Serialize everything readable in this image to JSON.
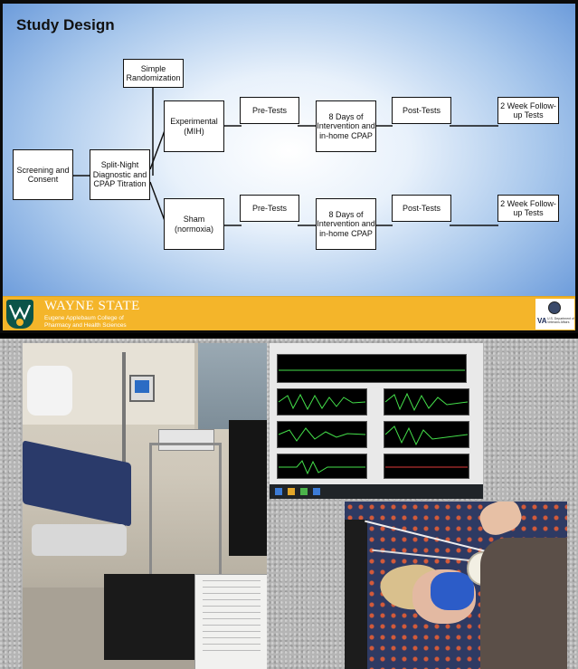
{
  "slide": {
    "title": "Study Design",
    "boxes": {
      "screening": "Screening and Consent",
      "split_night": "Split-Night Diagnostic and CPAP Titration",
      "randomization": "Simple Randomization",
      "experimental": "Experimental (MIH)",
      "sham": "Sham (normoxia)",
      "pre_tests": "Pre-Tests",
      "intervention": "8 Days of Intervention and in-home CPAP",
      "post_tests": "Post-Tests",
      "followup": "2 Week Follow-up Tests"
    },
    "banner": {
      "university": "WAYNE STATE",
      "college_line1": "Eugene Applebaum College of",
      "college_line2": "Pharmacy and Health Sciences",
      "va_logo": "VA",
      "va_text": "U.S. Department of Veterans Affairs"
    },
    "colors": {
      "banner": "#f4b52a",
      "shield": "#0c5449",
      "background_edge": "#5b8fd6"
    }
  },
  "photos": {
    "equipment": "lab equipment photo",
    "monitor": "physiological signal monitor screenshot",
    "patient": "participant wearing blue face mask"
  }
}
